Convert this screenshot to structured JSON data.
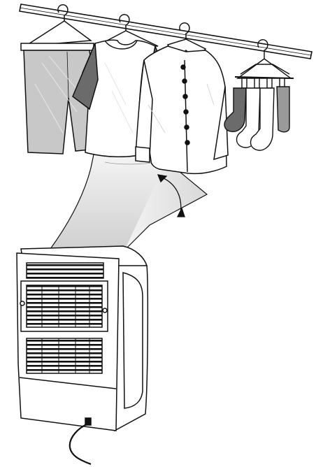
{
  "colors": {
    "outline": "#111111",
    "light_gray": "#c8c8c8",
    "mid_gray": "#9a9a9a",
    "dark_gray": "#6b6b6b",
    "white": "#ffffff",
    "airflow": "#e6e6e6"
  },
  "scene": {
    "rod": {
      "icon": "rod-icon"
    },
    "items": [
      {
        "id": "trousers",
        "icon": "trousers-on-hanger-icon"
      },
      {
        "id": "tshirt",
        "icon": "tshirt-on-hanger-icon"
      },
      {
        "id": "dress-shirt",
        "icon": "dress-shirt-on-hanger-icon"
      },
      {
        "id": "socks",
        "icon": "socks-on-clip-hanger-icon"
      }
    ],
    "airflow": {
      "icon": "airflow-sheet-icon"
    },
    "angle": {
      "icon": "angle-arrow-icon"
    },
    "appliance": {
      "icon": "dehumidifier-icon"
    },
    "cord": {
      "icon": "power-cord-icon"
    }
  }
}
